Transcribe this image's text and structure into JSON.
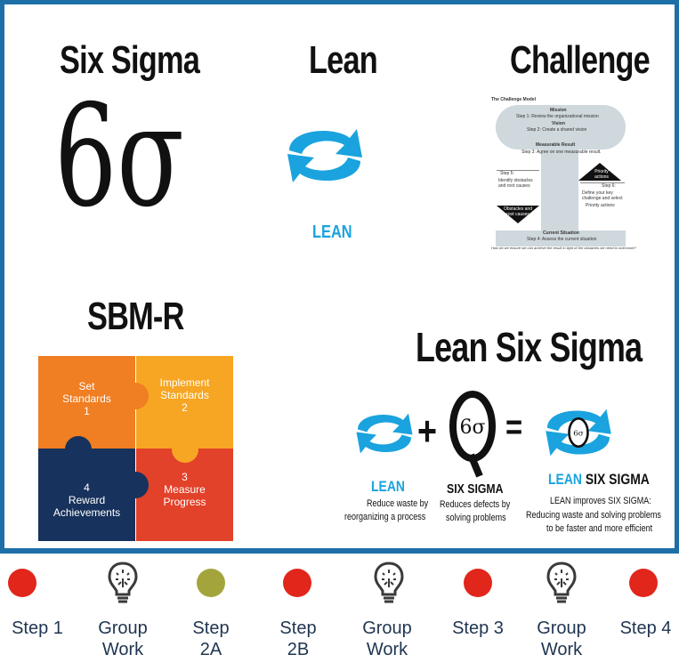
{
  "titles": {
    "six_sigma": "Six Sigma",
    "lean": "Lean",
    "challenge": "Challenge",
    "sbmr": "SBM-R",
    "lean_six_sigma": "Lean Six Sigma"
  },
  "six_sigma_symbol": "6σ",
  "lean_label": "LEAN",
  "challenge_model": {
    "title": "The Challenge Model",
    "mission": "Mission",
    "step1": "Step 1: Review the organizational mission",
    "vision": "Vision",
    "step2": "Step 2: Create a shared vision",
    "measurable": "Measurable Result",
    "step3": "Step 3: Agree on one measurable result.",
    "priority": "Priority actions",
    "step5": "Step 5:",
    "identify": "Identify obstacles and root causes",
    "step6": "Step 6:",
    "define": "Define your key challenge and select",
    "priority2": "Priority actions",
    "obstacles": "Obstacles and root causes",
    "current": "Current Situation",
    "step4": "Step 4: Assess the current situation",
    "footer": "How do we ensure we can achieve the result in light of the obstacles we need to overcome?"
  },
  "puzzle": {
    "p1": [
      "Set",
      "Standards",
      "1"
    ],
    "p2": [
      "Implement",
      "Standards",
      "2"
    ],
    "p3": [
      "3",
      "Measure",
      "Progress"
    ],
    "p4": [
      "4",
      "Reward",
      "Achievements"
    ],
    "colors": {
      "p1": "#f07e22",
      "p2": "#f6a623",
      "p3": "#e2412a",
      "p4": "#17325c"
    }
  },
  "equation": {
    "lean_title": "LEAN",
    "lean_desc1": "Reduce waste by",
    "lean_desc2": "reorganizing a process",
    "plus": "+",
    "sigma_title": "SIX SIGMA",
    "sigma_desc1": "Reduces defects by",
    "sigma_desc2": "solving problems",
    "equals": "=",
    "lss_lean": "LEAN",
    "lss_sigma": "SIX SIGMA",
    "lss_desc1": "LEAN improves SIX SIGMA:",
    "lss_desc2": "Reducing waste and solving problems",
    "lss_desc3": "to be faster and more efficient",
    "q_symbol": "6σ"
  },
  "nav": [
    {
      "label": "Step 1",
      "type": "dot",
      "color": "#e1261c"
    },
    {
      "label": "Group Work",
      "type": "bulb"
    },
    {
      "label": "Step 2A",
      "type": "dot",
      "color": "#a3a53c"
    },
    {
      "label": "Step 2B",
      "type": "dot",
      "color": "#e1261c"
    },
    {
      "label": "Group Work",
      "type": "bulb"
    },
    {
      "label": "Step 3",
      "type": "dot",
      "color": "#e1261c"
    },
    {
      "label": "Group Work",
      "type": "bulb"
    },
    {
      "label": "Step 4",
      "type": "dot",
      "color": "#e1261c"
    }
  ],
  "colors": {
    "frame": "#1e6fa8",
    "lean_blue": "#1aa3de",
    "nav_text": "#1f3550"
  }
}
